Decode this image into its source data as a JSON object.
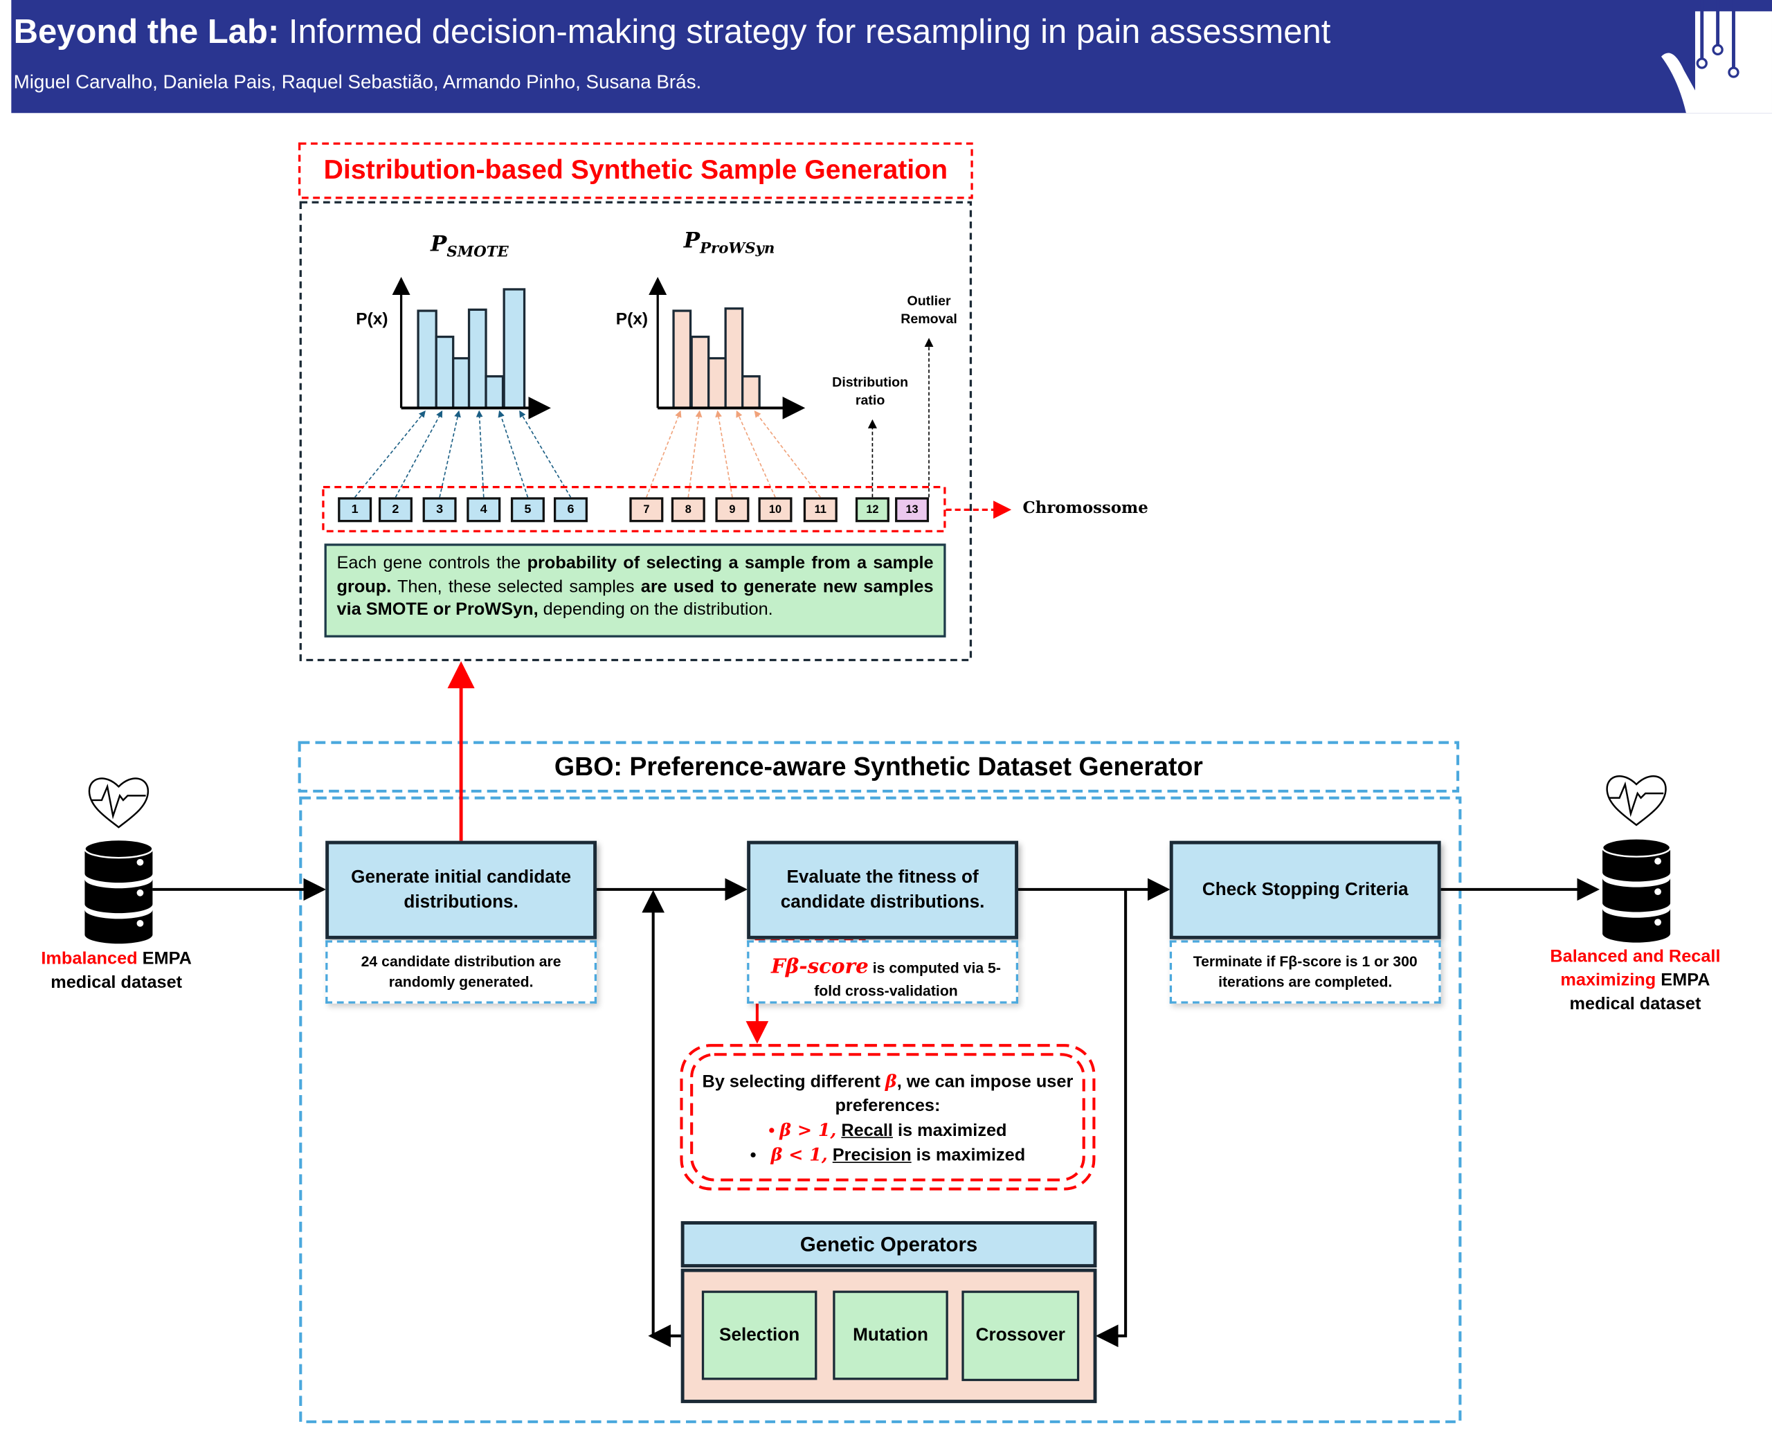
{
  "header": {
    "title_bold": "Beyond the Lab:",
    "title_rest": " Informed decision-making strategy for resampling in pain assessment",
    "authors": "Miguel Carvalho, Daniela Pais, Raquel Sebastião, Armando Pinho, Susana Brás."
  },
  "synthetic_panel": {
    "title": "Distribution-based Synthetic Sample Generation",
    "chart_smote": {
      "label_main": "P",
      "label_sub": "SMOTE",
      "ylabel": "P(x)"
    },
    "chart_prowsyn": {
      "label_main": "P",
      "label_sub": "ProWSyn",
      "ylabel": "P(x)"
    },
    "distribution_ratio": [
      "Distribution",
      "ratio"
    ],
    "outlier_removal": [
      "Outlier",
      "Removal"
    ],
    "genes": [
      "1",
      "2",
      "3",
      "4",
      "5",
      "6",
      "7",
      "8",
      "9",
      "10",
      "11",
      "12",
      "13"
    ],
    "chromosome_label": "Chromossome",
    "description": {
      "p1": "Each gene controls the ",
      "b1": "probability of selecting a sample from a sample group.",
      "p2": " Then, these selected samples ",
      "b2": "are used to generate new samples via SMOTE or ProWSyn,",
      "p3": " depending on the distribution."
    }
  },
  "gbo": {
    "title": "GBO: Preference-aware Synthetic Dataset Generator",
    "step1": {
      "title": "Generate initial candidate distributions.",
      "note": "24 candidate distribution are randomly generated."
    },
    "step2": {
      "title": "Evaluate the fitness of candidate distributions.",
      "note_highlight": "Fβ-score",
      "note": " is computed via 5-fold cross-validation"
    },
    "step3": {
      "title": "Check Stopping Criteria",
      "note": "Terminate if Fβ-score is 1 or 300 iterations are completed."
    },
    "preferences": {
      "intro_a": "By selecting different ",
      "beta": "β",
      "intro_b": ", we can impose user preferences:",
      "item1_cond": "β > 1,",
      "item1_word": "Recall",
      "item1_rest": " is maximized",
      "item2_cond": "β < 1,",
      "item2_word": "Precision",
      "item2_rest": " is maximized"
    },
    "operators": {
      "title": "Genetic Operators",
      "items": [
        "Selection",
        "Mutation",
        "Crossover"
      ]
    }
  },
  "input_dataset": {
    "highlight": "Imbalanced",
    "rest": " EMPA",
    "line2": "medical dataset",
    "icons": [
      "heart-pulse-icon",
      "database-icon"
    ]
  },
  "output_dataset": {
    "highlight1": "Balanced and Recall",
    "highlight2": "maximizing",
    "rest": " EMPA",
    "line3": "medical dataset",
    "icons": [
      "heart-pulse-icon",
      "database-icon"
    ]
  },
  "colors": {
    "header": "#2a3590",
    "accent_red": "#ff0000",
    "step_blue": "#bfe3f3",
    "gene_green": "#c3efc9",
    "prowsyn_peach": "#f9dccf",
    "dashed_blue": "#4aa8dd",
    "gene_pink": "#ebc8ee"
  }
}
